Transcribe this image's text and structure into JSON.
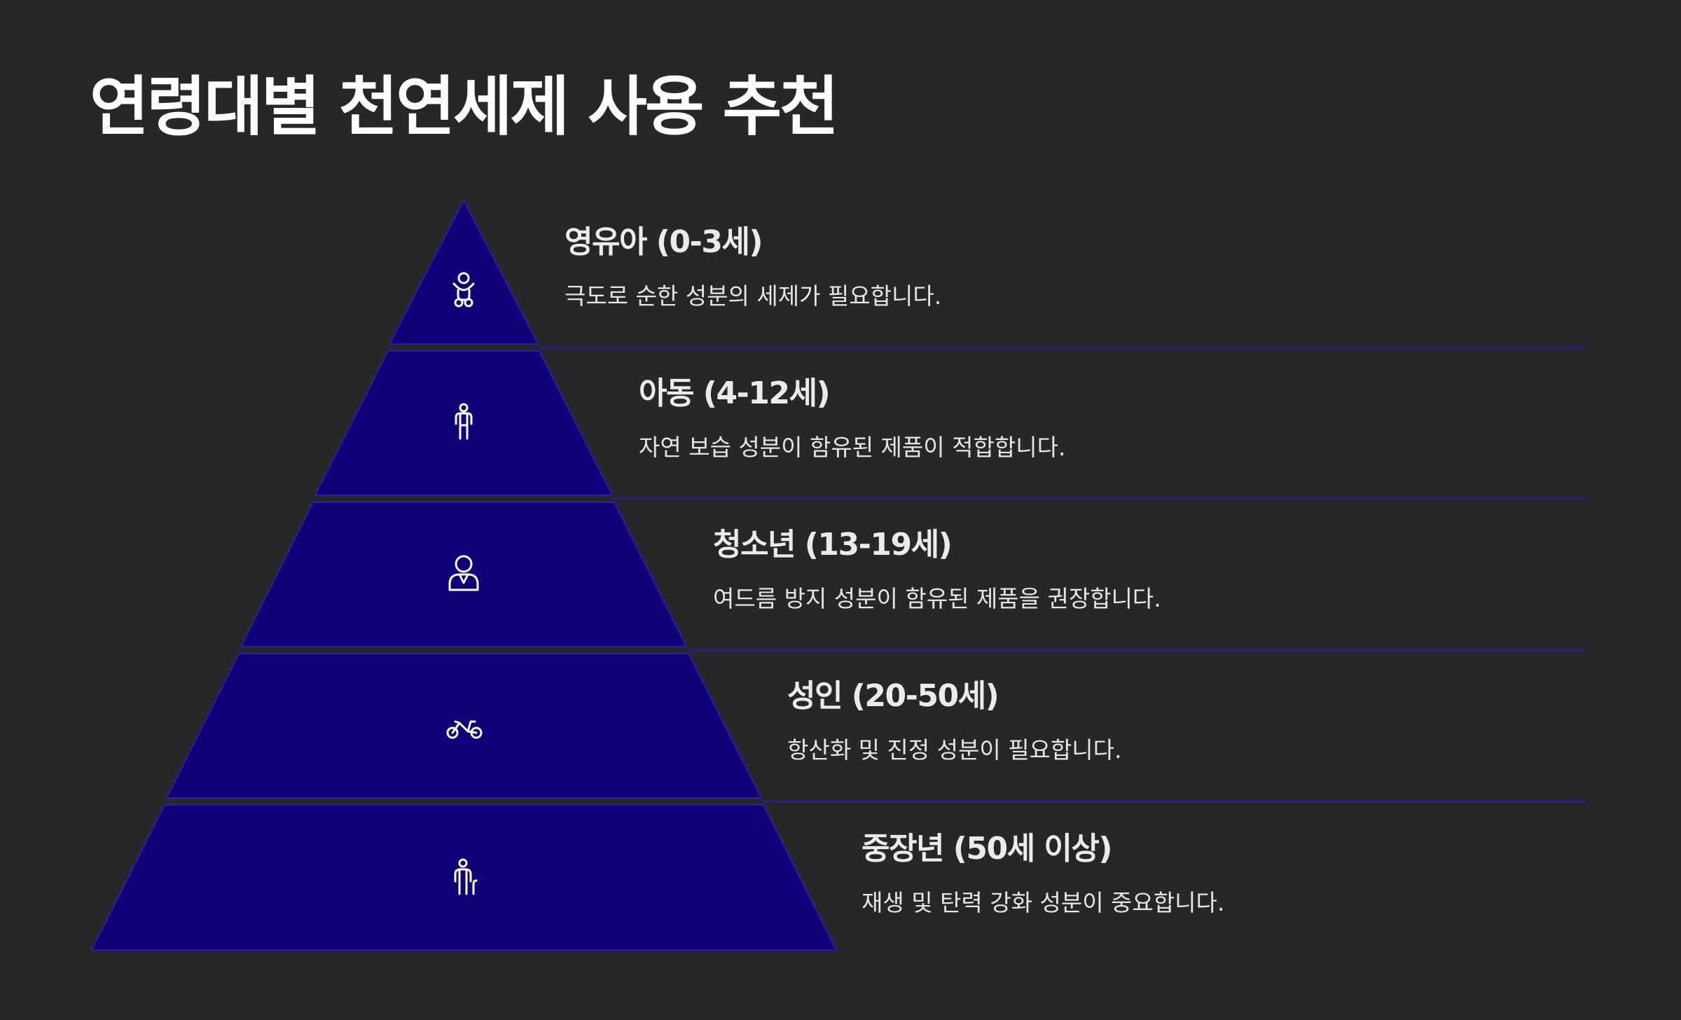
{
  "title": "연령대별 천연세제 사용 추천",
  "colors": {
    "background": "#272628",
    "tier_fill": "#0f007a",
    "tier_stroke": "#2a1fa8",
    "divider": "#2a1e86",
    "icon": "#ffffff"
  },
  "tiers": [
    {
      "heading": "영유아 (0-3세)",
      "description": "극도로 순한 성분의 세제가 필요합니다.",
      "icon": "baby-icon"
    },
    {
      "heading": "아동 (4-12세)",
      "description": "자연 보습 성분이 함유된 제품이 적합합니다.",
      "icon": "child-icon"
    },
    {
      "heading": "청소년 (13-19세)",
      "description": "여드름 방지 성분이 함유된 제품을 권장합니다.",
      "icon": "teen-person-icon"
    },
    {
      "heading": "성인 (20-50세)",
      "description": "항산화 및 진정 성분이 필요합니다.",
      "icon": "bicycle-icon"
    },
    {
      "heading": "중장년 (50세 이상)",
      "description": "재생 및 탄력 강화 성분이 중요합니다.",
      "icon": "elderly-cane-icon"
    }
  ]
}
